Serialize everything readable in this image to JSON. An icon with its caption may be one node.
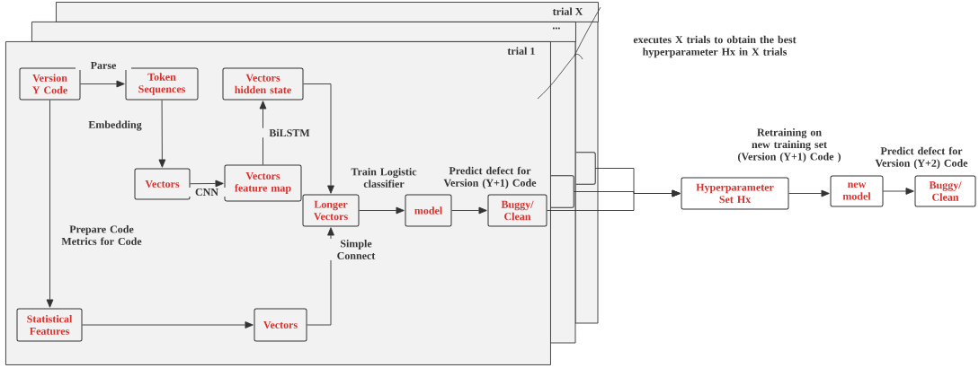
{
  "diagram": {
    "nodes": [
      {
        "text": [
          "trial X"
        ]
      },
      {
        "text": [
          "..."
        ]
      },
      {
        "text": [
          "trial 1"
        ]
      },
      {
        "text": [
          "Version Y Code"
        ],
        "in": 2
      },
      {
        "text": [
          "Token Sequences"
        ],
        "in": 2
      },
      {
        "text": [
          "Vectors hidden state"
        ],
        "in": 2
      },
      {
        "text": [
          "Vectors"
        ],
        "in": 2
      },
      {
        "text": [
          "Vectors feature map"
        ],
        "in": 2
      },
      {
        "text": [
          "Longer Vectors"
        ],
        "in": 2
      },
      {
        "text": [
          "model"
        ],
        "in": 2
      },
      {
        "text": [
          "Buggy/ Clean"
        ],
        "in": 2
      },
      {
        "text": [
          "Statistical Features"
        ],
        "in": 2
      },
      {
        "text": [
          "Vectors"
        ],
        "in": 2
      },
      {
        "text": [],
        "shape": "box"
      },
      {
        "text": [],
        "shape": "box"
      },
      {
        "text": [
          "Hyperparameter Set Hx"
        ]
      },
      {
        "text": [
          "new model"
        ]
      },
      {
        "text": [
          "Buggy/ Clean"
        ]
      }
    ],
    "edges": [
      {
        "from": 3,
        "to": 4,
        "arrow": "to",
        "label": "Parse"
      },
      {
        "from": 4,
        "to": 6,
        "arrow": "to",
        "label": "Embedding"
      },
      {
        "from": 6,
        "to": 7,
        "arrow": "to",
        "label": "CNN"
      },
      {
        "from": 7,
        "to": 5,
        "arrow": "to",
        "label": "BiLSTM"
      },
      {
        "from": 5,
        "to": 8,
        "arrow": "to"
      },
      {
        "from": 12,
        "to": 8,
        "arrow": "to",
        "label": "Simple Connect"
      },
      {
        "from": 3,
        "to": 11,
        "arrow": "to",
        "label": "Prepare Code Metrics for Code"
      },
      {
        "from": 11,
        "to": 12,
        "arrow": "to"
      },
      {
        "from": 8,
        "to": 9,
        "arrow": "to",
        "label": "Train Logistic classifier"
      },
      {
        "from": 9,
        "to": 10,
        "arrow": "to",
        "label": "Predict defect for Version (Y+1) Code"
      },
      {
        "from": 10,
        "to": 15,
        "arrow": "to"
      },
      {
        "from": 13,
        "to": 15,
        "arrow": "to"
      },
      {
        "from": 14,
        "to": 15,
        "arrow": "to"
      },
      {
        "from": 15,
        "to": 16,
        "arrow": "to",
        "label": "Retraining on new training set (Version (Y+1) Code )"
      },
      {
        "from": 16,
        "to": 17,
        "arrow": "to",
        "label": "Predict defect for Version (Y+2) Code"
      }
    ],
    "labels": [
      "executes X trials to obtain the best hyperparameter Hx in X trials"
    ]
  }
}
